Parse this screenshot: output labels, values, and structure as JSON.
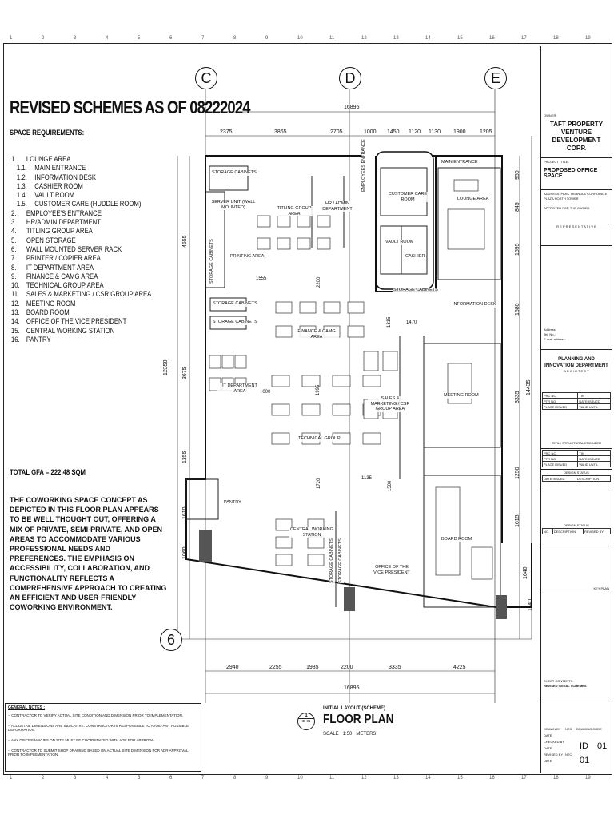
{
  "heading": "REVISED SCHEMES AS OF 08222024",
  "space_req_label": "SPACE REQUIREMENTS:",
  "requirements": [
    {
      "n": "1.",
      "t": "LOUNGE AREA",
      "sub": false
    },
    {
      "n": "1.1.",
      "t": "MAIN ENTRANCE",
      "sub": true
    },
    {
      "n": "1.2.",
      "t": "INFORMATION DESK",
      "sub": true
    },
    {
      "n": "1.3.",
      "t": "CASHIER ROOM",
      "sub": true
    },
    {
      "n": "1.4.",
      "t": "VAULT ROOM",
      "sub": true
    },
    {
      "n": "1.5.",
      "t": "CUSTOMER CARE (HUDDLE ROOM)",
      "sub": true
    },
    {
      "n": "2.",
      "t": "EMPLOYEE'S ENTRANCE",
      "sub": false
    },
    {
      "n": "3.",
      "t": "HR/ADMIN DEPARTMENT",
      "sub": false
    },
    {
      "n": "4.",
      "t": "TITLING GROUP AREA",
      "sub": false
    },
    {
      "n": "5.",
      "t": "OPEN STORAGE",
      "sub": false
    },
    {
      "n": "6.",
      "t": "WALL MOUNTED SERVER RACK",
      "sub": false
    },
    {
      "n": "7.",
      "t": "PRINTER / COPIER AREA",
      "sub": false
    },
    {
      "n": "8.",
      "t": "IT DEPARTMENT AREA",
      "sub": false
    },
    {
      "n": "9.",
      "t": "FINANCE & CAMG AREA",
      "sub": false
    },
    {
      "n": "10.",
      "t": "TECHNICAL GROUP AREA",
      "sub": false
    },
    {
      "n": "11.",
      "t": "SALES & MARKETING / CSR GROUP AREA",
      "sub": false
    },
    {
      "n": "12.",
      "t": "MEETING ROOM",
      "sub": false
    },
    {
      "n": "13.",
      "t": "BOARD ROOM",
      "sub": false
    },
    {
      "n": "14.",
      "t": "OFFICE OF THE VICE PRESIDENT",
      "sub": false
    },
    {
      "n": "15.",
      "t": "CENTRAL WORKING STATION",
      "sub": false
    },
    {
      "n": "16.",
      "t": "PANTRY",
      "sub": false
    }
  ],
  "gfa": "TOTAL GFA = 222.48 SQM",
  "description": "THE COWORKING SPACE CONCEPT AS DEPICTED IN THIS FLOOR PLAN APPEARS TO BE WELL THOUGHT OUT, OFFERING A MIX OF PRIVATE, SEMI-PRIVATE, AND OPEN AREAS TO ACCOMMODATE VARIOUS PROFESSIONAL NEEDS AND PREFERENCES. THE EMPHASIS ON ACCESSIBILITY, COLLABORATION, AND FUNCTIONALITY REFLECTS A COMPREHENSIVE APPROACH TO CREATING AN EFFICIENT AND USER-FRIENDLY COWORKING ENVIRONMENT.",
  "general_notes": {
    "title": "GENERAL NOTES :",
    "items": [
      "-- CONTRACTOR TO VERIFY ACTUAL SITE CONDITION AND DIMENSION PRIOR TO IMPLEMENTATION.",
      "-- ALL DETAIL DIMENSIONS ARE INDICATIVE. CONSTRUCTOR IS RESPONSIBLE TO AVOID ANY POSSIBLE DEFORMATION.",
      "-- ANY DISCREPANCIES ON SITE MUST BE COORDINATED WITH ADR FOR APPROVAL.",
      "-- CONTRACTOR TO SUBMIT SHOP DRAWING BASED ON ACTUAL SITE DIMENSION FOR ADR APPROVAL PRIOR TO IMPLEMENTATION."
    ]
  },
  "grid": {
    "c": "C",
    "d": "D",
    "e": "E",
    "row": "6"
  },
  "dims": {
    "overall": "16895",
    "top": [
      "2375",
      "3865",
      "2705",
      "1000",
      "1450",
      "1120",
      "1130",
      "1900",
      "1205"
    ],
    "bottom": [
      "2940",
      "2255",
      "1935",
      "2200",
      "3335",
      "4225"
    ],
    "left": [
      "4655",
      "12350",
      "3675",
      "1355",
      "1610",
      "1060"
    ],
    "right": [
      "950",
      "845",
      "1595",
      "1580",
      "14435",
      "3335",
      "1250",
      "1615",
      "1640",
      "1140"
    ],
    "inner": [
      "1555",
      "2200",
      "1315",
      "1470",
      "1000",
      "1995",
      "1135",
      "1500",
      "1720"
    ]
  },
  "rooms": {
    "storage1": "STORAGE CABINETS",
    "server": "SERVER UNIT (WALL MOUNTED)",
    "titling": "TITLING GROUP AREA",
    "hr": "HR / ADMIN DEPARTMENT",
    "employees": "EMPLOYEES ENTRANCE",
    "customer": "CUSTOMER CARE ROOM",
    "vault": "VAULT ROOM",
    "cashier": "CASHIER",
    "main_entrance": "MAIN ENTRANCE",
    "lounge": "LOUNGE AREA",
    "storage_cab": "STORAGE CABINETS",
    "storage_cab2": "STORAGE CABINETS",
    "printing": "PRINTING AREA",
    "storage_v": "STORAGE CABINETS",
    "storage2": "STORAGE CABINETS",
    "storage3": "STORAGE CABINETS",
    "info_desk": "INFORMATION DESK",
    "finance": "FINANCE & CAMG AREA",
    "it": "IT DEPARTMENT AREA",
    "sales": "SALES & MARKETING / CSR GROUP AREA",
    "meeting": "MEETING ROOM",
    "technical": "TECHNICAL GROUP",
    "pantry": "PANTRY",
    "central": "CENTRAL WORKING STATION",
    "storage_v2": "STORAGE CABINETS",
    "storage_v3": "STORAGE CABINETS",
    "vp": "OFFICE OF THE VICE PRESIDENT",
    "board": "BOARD ROOM"
  },
  "title_block": {
    "owner_label": "OWNER:",
    "owner": "TAFT PROPERTY VENTURE DEVELOPMENT CORP.",
    "project_label": "PROJECT TITLE:",
    "project": "PROPOSED OFFICE SPACE",
    "address": "ADDRESS: PARK TRIANGLE CORPORATE PLAZA NORTH TOWER",
    "approved": "APPROVED FOR THE OWNER:",
    "representative": "R E P R E S E N T A T I V E",
    "contact": [
      "Address:",
      "Tel. No.:",
      "E-mail address:"
    ],
    "dept": "PLANNING AND INNOVATION DEPARTMENT",
    "architect": "A R C H I T E C T",
    "prc": [
      "PRC NO.",
      "PTR NO.",
      "PLACE ISSUED"
    ],
    "tin": [
      "TIN",
      "DATE ISSUED",
      "VALID UNTIL"
    ],
    "civil": "CIVIL / STRUCTURAL ENGINEER",
    "design_status": "DESIGN STATUS",
    "date_issued": "DATE ISSUED",
    "description": "DESCRIPTION",
    "no": "NO.",
    "revised": "REVISED BY",
    "key_plan": "KEY PLAN",
    "sheet_contents_label": "SHEET CONTENTS:",
    "sheet_contents": "REVISED INITIAL SCHEMES",
    "drawn_by": "DRAWN BY",
    "checked_by": "CHECKED BY",
    "revised_by": "REVISED BY",
    "date": "DATE",
    "drawing_code_label": "DRAWING CODE",
    "drawing_code": "ID",
    "sheet_no": "01",
    "rev_no": "01",
    "initials": "NTC"
  },
  "footer": {
    "subtitle": "INITIAL LAYOUT (SCHEME)",
    "title": "FLOOR PLAN",
    "scale_label": "SCALE",
    "scale": "1:50",
    "unit": "METERS",
    "marker_num": "1",
    "marker_code": "ID-01"
  },
  "ruler_top": [
    "1",
    "2",
    "3",
    "4",
    "5",
    "6",
    "7",
    "8",
    "9",
    "10",
    "11",
    "12",
    "13",
    "14",
    "15",
    "16",
    "17",
    "18",
    "19"
  ]
}
